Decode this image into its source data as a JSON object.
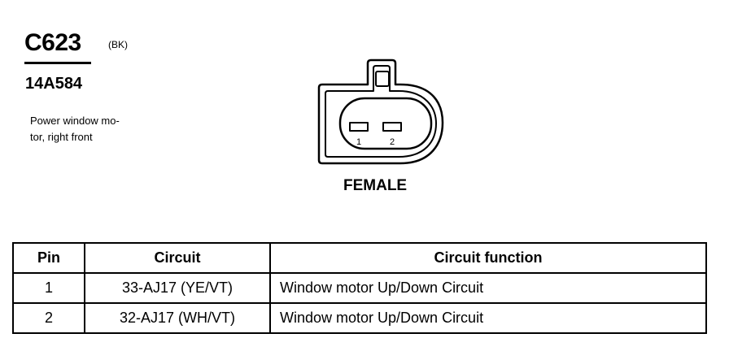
{
  "connector": {
    "id": "C623",
    "color": "(BK)",
    "part_number": "14A584",
    "description_lines": [
      "Power window mo-",
      "tor, right front"
    ],
    "gender": "FEMALE",
    "terminal_labels": [
      "1",
      "2"
    ]
  },
  "table": {
    "headers": [
      "Pin",
      "Circuit",
      "Circuit function"
    ],
    "rows": [
      {
        "pin": "1",
        "circuit": "33-AJ17 (YE/VT)",
        "function": "Window motor Up/Down Circuit"
      },
      {
        "pin": "2",
        "circuit": "32-AJ17 (WH/VT)",
        "function": "Window motor Up/Down Circuit"
      }
    ]
  }
}
